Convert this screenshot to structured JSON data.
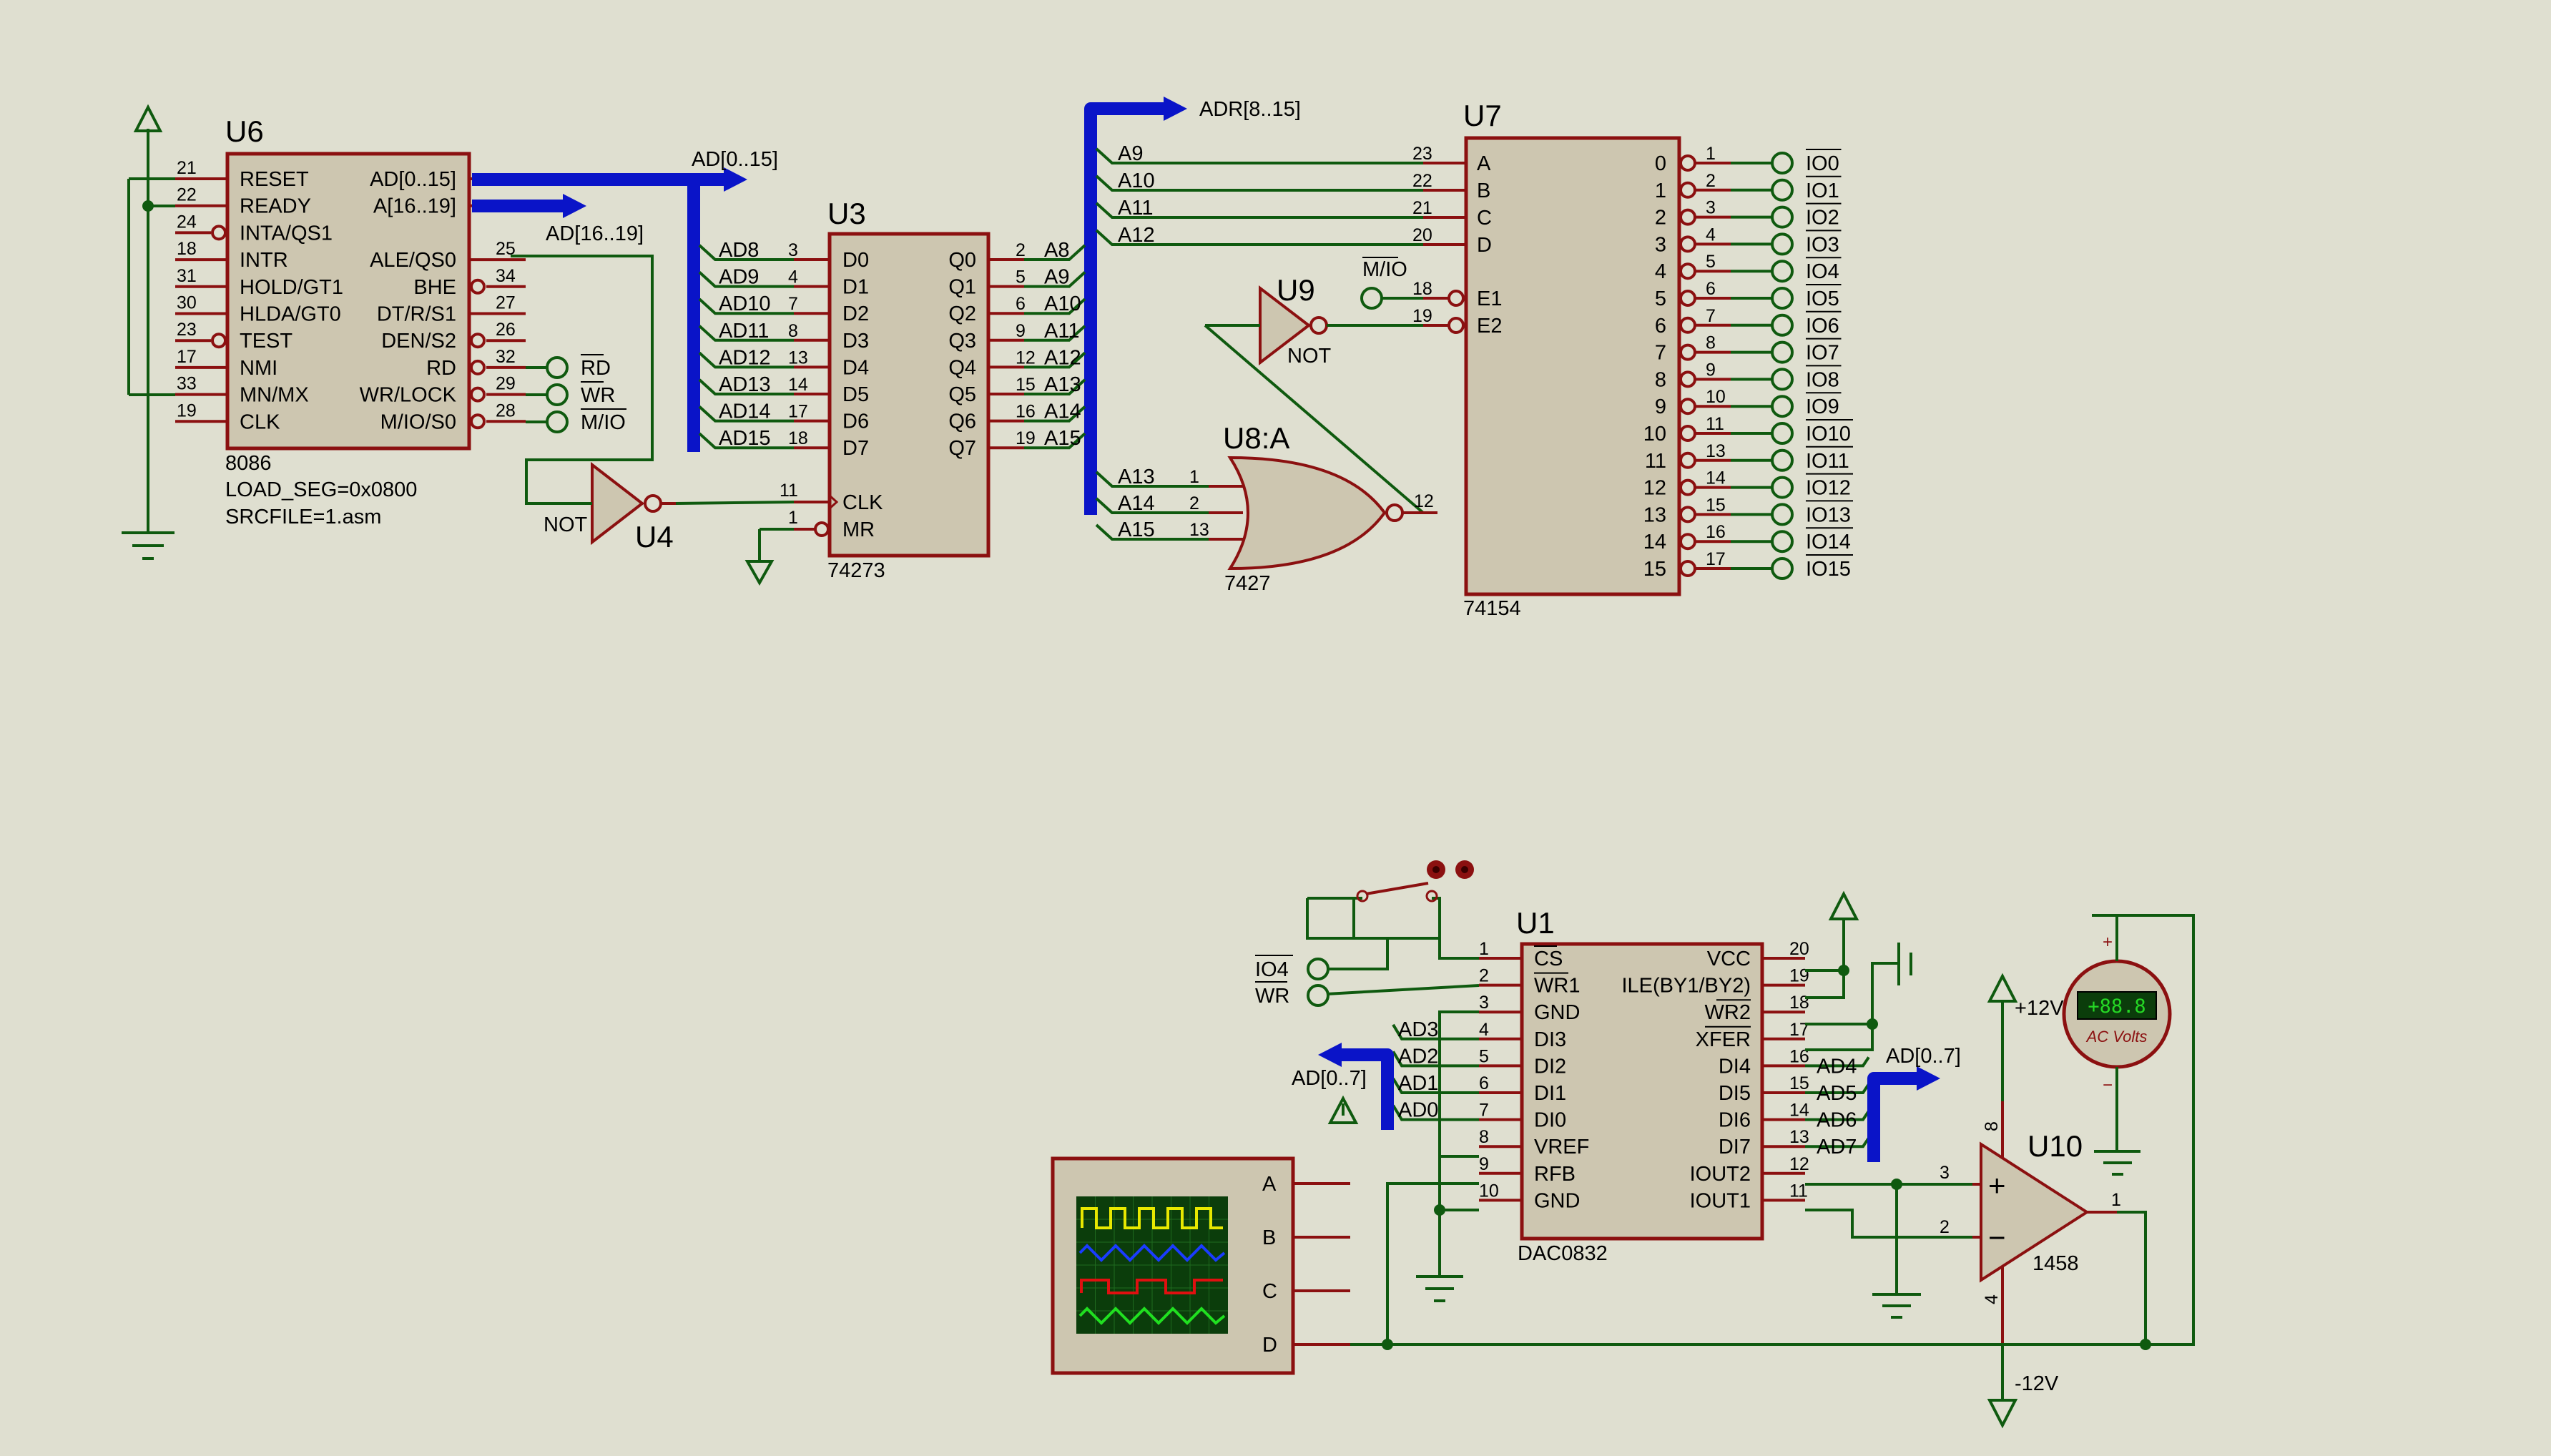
{
  "u6": {
    "ref": "U6",
    "part": "8086",
    "prop1": "LOAD_SEG=0x0800",
    "prop2": "SRCFILE=1.asm",
    "left_pins": [
      {
        "num": "21",
        "name": "RESET"
      },
      {
        "num": "22",
        "name": "READY"
      },
      {
        "num": "24",
        "name": "INTA/QS1"
      },
      {
        "num": "18",
        "name": "INTR"
      },
      {
        "num": "31",
        "name": "HOLD/GT1"
      },
      {
        "num": "30",
        "name": "HLDA/GT0"
      },
      {
        "num": "23",
        "name": "TEST"
      },
      {
        "num": "17",
        "name": "NMI"
      },
      {
        "num": "33",
        "name": "MN/MX"
      },
      {
        "num": "19",
        "name": "CLK"
      }
    ],
    "right_pins": [
      {
        "num": "",
        "name": "AD[0..15]"
      },
      {
        "num": "",
        "name": "A[16..19]"
      },
      {
        "num": "",
        "name": ""
      },
      {
        "num": "25",
        "name": "ALE/QS0"
      },
      {
        "num": "34",
        "name": "BHE"
      },
      {
        "num": "27",
        "name": "DT/R/S1"
      },
      {
        "num": "26",
        "name": "DEN/S2"
      },
      {
        "num": "32",
        "name": "RD"
      },
      {
        "num": "29",
        "name": "WR/LOCK"
      },
      {
        "num": "28",
        "name": "M/IO/S0"
      }
    ]
  },
  "u3": {
    "ref": "U3",
    "part": "74273",
    "inputs": [
      {
        "net": "AD8",
        "num": "3",
        "name": "D0"
      },
      {
        "net": "AD9",
        "num": "4",
        "name": "D1"
      },
      {
        "net": "AD10",
        "num": "7",
        "name": "D2"
      },
      {
        "net": "AD11",
        "num": "8",
        "name": "D3"
      },
      {
        "net": "AD12",
        "num": "13",
        "name": "D4"
      },
      {
        "net": "AD13",
        "num": "14",
        "name": "D5"
      },
      {
        "net": "AD14",
        "num": "17",
        "name": "D6"
      },
      {
        "net": "AD15",
        "num": "18",
        "name": "D7"
      }
    ],
    "outputs": [
      {
        "net": "A8",
        "num": "2",
        "name": "Q0"
      },
      {
        "net": "A9",
        "num": "5",
        "name": "Q1"
      },
      {
        "net": "A10",
        "num": "6",
        "name": "Q2"
      },
      {
        "net": "A11",
        "num": "9",
        "name": "Q3"
      },
      {
        "net": "A12",
        "num": "12",
        "name": "Q4"
      },
      {
        "net": "A13",
        "num": "15",
        "name": "Q5"
      },
      {
        "net": "A14",
        "num": "16",
        "name": "Q6"
      },
      {
        "net": "A15",
        "num": "19",
        "name": "Q7"
      }
    ],
    "clk": {
      "num": "11",
      "name": "CLK"
    },
    "mr": {
      "num": "1",
      "name": "MR"
    }
  },
  "u4": {
    "ref": "U4",
    "label": "NOT"
  },
  "u9": {
    "ref": "U9",
    "label": "NOT"
  },
  "u8": {
    "ref": "U8:A",
    "part": "7427",
    "inputs": [
      {
        "net": "A13",
        "num": "1"
      },
      {
        "net": "A14",
        "num": "2"
      },
      {
        "net": "A15",
        "num": "13"
      }
    ],
    "out_num": "12"
  },
  "u7": {
    "ref": "U7",
    "part": "74154",
    "inputs": [
      {
        "net": "A9",
        "num": "23",
        "name": "A"
      },
      {
        "net": "A10",
        "num": "22",
        "name": "B"
      },
      {
        "net": "A11",
        "num": "21",
        "name": "C"
      },
      {
        "net": "A12",
        "num": "20",
        "name": "D"
      }
    ],
    "enables": [
      {
        "num": "18",
        "name": "E1"
      },
      {
        "num": "19",
        "name": "E2"
      }
    ],
    "enable_net": "M/IO",
    "outputs": [
      {
        "idx": "0",
        "num": "1",
        "net": "IO0"
      },
      {
        "idx": "1",
        "num": "2",
        "net": "IO1"
      },
      {
        "idx": "2",
        "num": "3",
        "net": "IO2"
      },
      {
        "idx": "3",
        "num": "4",
        "net": "IO3"
      },
      {
        "idx": "4",
        "num": "5",
        "net": "IO4"
      },
      {
        "idx": "5",
        "num": "6",
        "net": "IO5"
      },
      {
        "idx": "6",
        "num": "7",
        "net": "IO6"
      },
      {
        "idx": "7",
        "num": "8",
        "net": "IO7"
      },
      {
        "idx": "8",
        "num": "9",
        "net": "IO8"
      },
      {
        "idx": "9",
        "num": "10",
        "net": "IO9"
      },
      {
        "idx": "10",
        "num": "11",
        "net": "IO10"
      },
      {
        "idx": "11",
        "num": "13",
        "net": "IO11"
      },
      {
        "idx": "12",
        "num": "14",
        "net": "IO12"
      },
      {
        "idx": "13",
        "num": "15",
        "net": "IO13"
      },
      {
        "idx": "14",
        "num": "16",
        "net": "IO14"
      },
      {
        "idx": "15",
        "num": "17",
        "net": "IO15"
      }
    ]
  },
  "nets": {
    "ad015": "AD[0..15]",
    "ad1619": "AD[16..19]",
    "adr815": "ADR[8..15]",
    "rd": "RD",
    "wr": "WR",
    "mio": "M/IO",
    "io4": "IO4",
    "wr2": "WR",
    "ad07_left": "AD[0..7]",
    "ad07_right": "AD[0..7]",
    "plus12": "+12V",
    "minus12": "-12V"
  },
  "u1": {
    "ref": "U1",
    "part": "DAC0832",
    "left_pins": [
      {
        "num": "1",
        "name": "CS",
        "net": ""
      },
      {
        "num": "2",
        "name": "WR1",
        "net": ""
      },
      {
        "num": "3",
        "name": "GND",
        "net": ""
      },
      {
        "num": "4",
        "name": "DI3",
        "net": "AD3"
      },
      {
        "num": "5",
        "name": "DI2",
        "net": "AD2"
      },
      {
        "num": "6",
        "name": "DI1",
        "net": "AD1"
      },
      {
        "num": "7",
        "name": "DI0",
        "net": "AD0"
      },
      {
        "num": "8",
        "name": "VREF",
        "net": ""
      },
      {
        "num": "9",
        "name": "RFB",
        "net": ""
      },
      {
        "num": "10",
        "name": "GND",
        "net": ""
      }
    ],
    "right_pins": [
      {
        "num": "20",
        "name": "VCC",
        "net": ""
      },
      {
        "num": "19",
        "name": "ILE(BY1/BY2)",
        "net": ""
      },
      {
        "num": "18",
        "name": "WR2",
        "net": ""
      },
      {
        "num": "17",
        "name": "XFER",
        "net": ""
      },
      {
        "num": "16",
        "name": "DI4",
        "net": "AD4"
      },
      {
        "num": "15",
        "name": "DI5",
        "net": "AD5"
      },
      {
        "num": "14",
        "name": "DI6",
        "net": "AD6"
      },
      {
        "num": "13",
        "name": "DI7",
        "net": "AD7"
      },
      {
        "num": "12",
        "name": "IOUT2",
        "net": ""
      },
      {
        "num": "11",
        "name": "IOUT1",
        "net": ""
      }
    ]
  },
  "u10": {
    "ref": "U10",
    "part": "1458",
    "pin_plus": "3",
    "pin_minus": "2",
    "pin_out": "1",
    "pin_vp": "8",
    "pin_vn": "4"
  },
  "voltmeter": {
    "display": "+88.8",
    "caption": "AC Volts",
    "plus": "+",
    "minus": "−"
  },
  "scope": {
    "channels": [
      "A",
      "B",
      "C",
      "D"
    ]
  }
}
